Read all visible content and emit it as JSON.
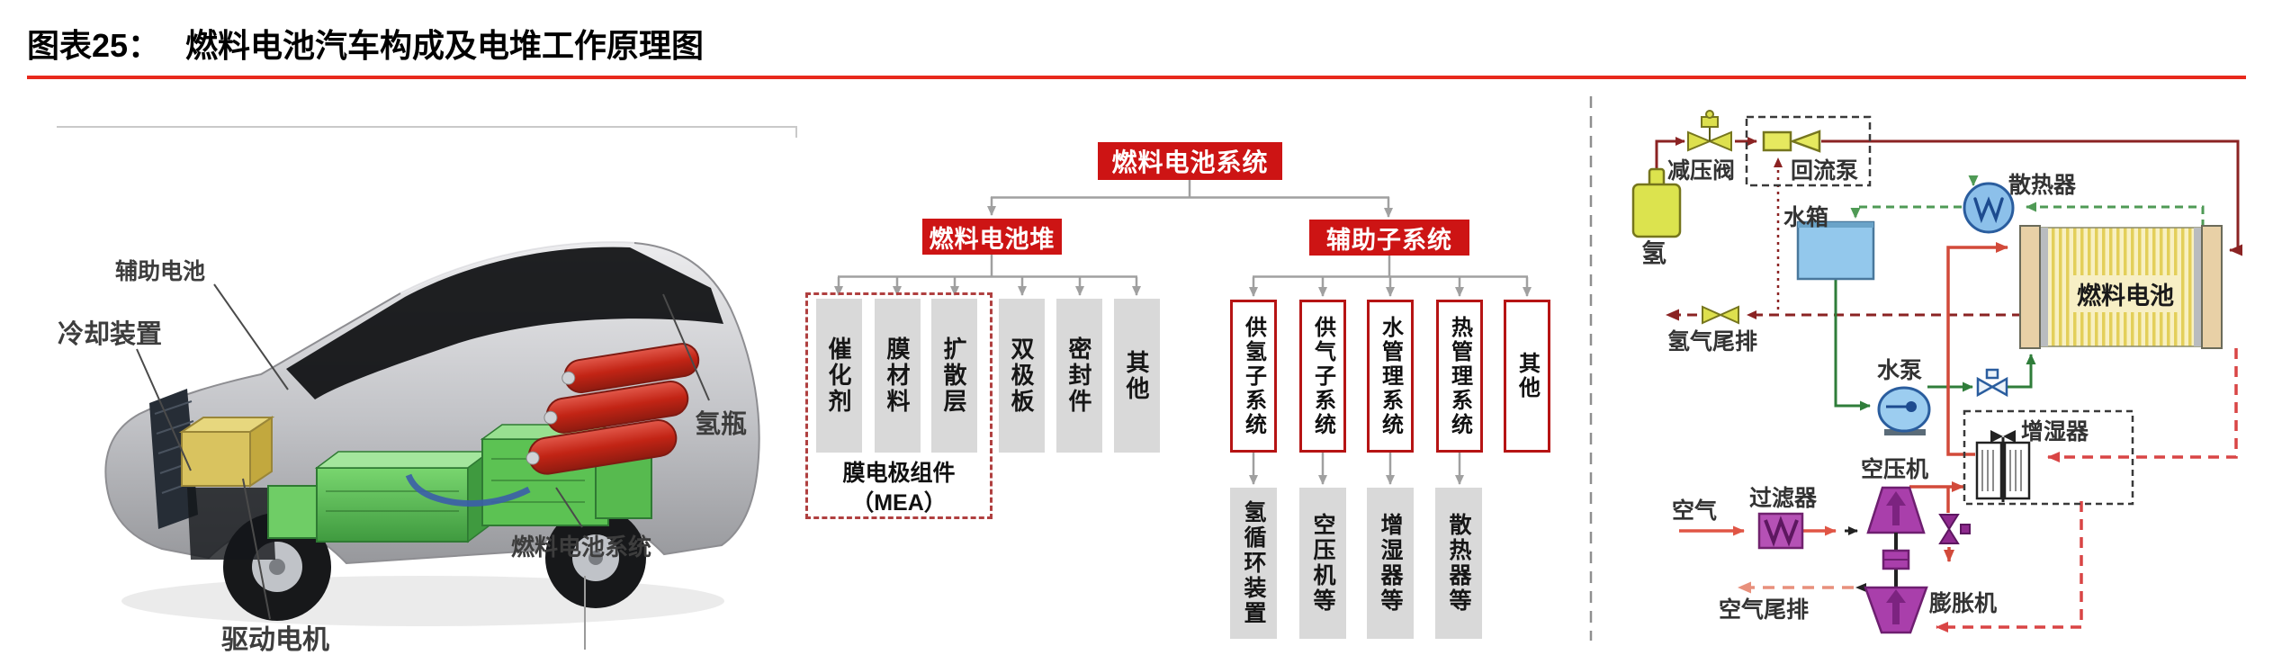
{
  "header": {
    "figure_no": "图表25：",
    "title": "燃料电池汽车构成及电堆工作原理图"
  },
  "colors": {
    "rule_red": "#e8291c",
    "node_red_fill": "#cd1414",
    "node_red_border": "#b61414",
    "node_gray": "#d9d9d9",
    "connector_gray": "#a0a0a0",
    "mea_dashed_red": "#b04040",
    "hydrogen_line_dark_red": "#8b2323",
    "water_line_green": "#2f7d3a",
    "coolant_dashed_green": "#4f9a55",
    "air_line_red": "#e05545",
    "humid_return_red": "#d94545",
    "air_exhaust_salmon": "#e8907c",
    "component_purple": "#a93fab",
    "component_yellow": "#dde34e",
    "component_blue": "#93c8ec"
  },
  "car": {
    "labels": {
      "aux_battery": "辅助电池",
      "cooling": "冷却装置",
      "h2_bottle": "氢瓶",
      "fc_system": "燃料电池系统",
      "drive_motor": "驱动电机"
    }
  },
  "tree": {
    "root": "燃料电池系统",
    "stack": {
      "label": "燃料电池堆",
      "children": [
        "催化剂",
        "膜材料",
        "扩散层",
        "双极板",
        "密封件",
        "其他"
      ],
      "mea_line1": "膜电极组件",
      "mea_line2": "（MEA）"
    },
    "aux": {
      "label": "辅助子系统",
      "children": [
        "供氢子系统",
        "供气子系统",
        "水管理系统",
        "热管理系统",
        "其他"
      ],
      "equipment": [
        "氢循环装置",
        "空压机等",
        "增湿器等",
        "散热器等"
      ]
    }
  },
  "schematic": {
    "labels": {
      "pressure_valve": "减压阀",
      "return_pump": "回流泵",
      "hydrogen": "氢",
      "radiator": "散热器",
      "water_tank": "水箱",
      "fuel_cell": "燃料电池",
      "h2_exhaust": "氢气尾排",
      "water_pump": "水泵",
      "humidifier": "增湿器",
      "air_compressor": "空压机",
      "air": "空气",
      "filter": "过滤器",
      "air_exhaust": "空气尾排",
      "expander": "膨胀机"
    }
  }
}
